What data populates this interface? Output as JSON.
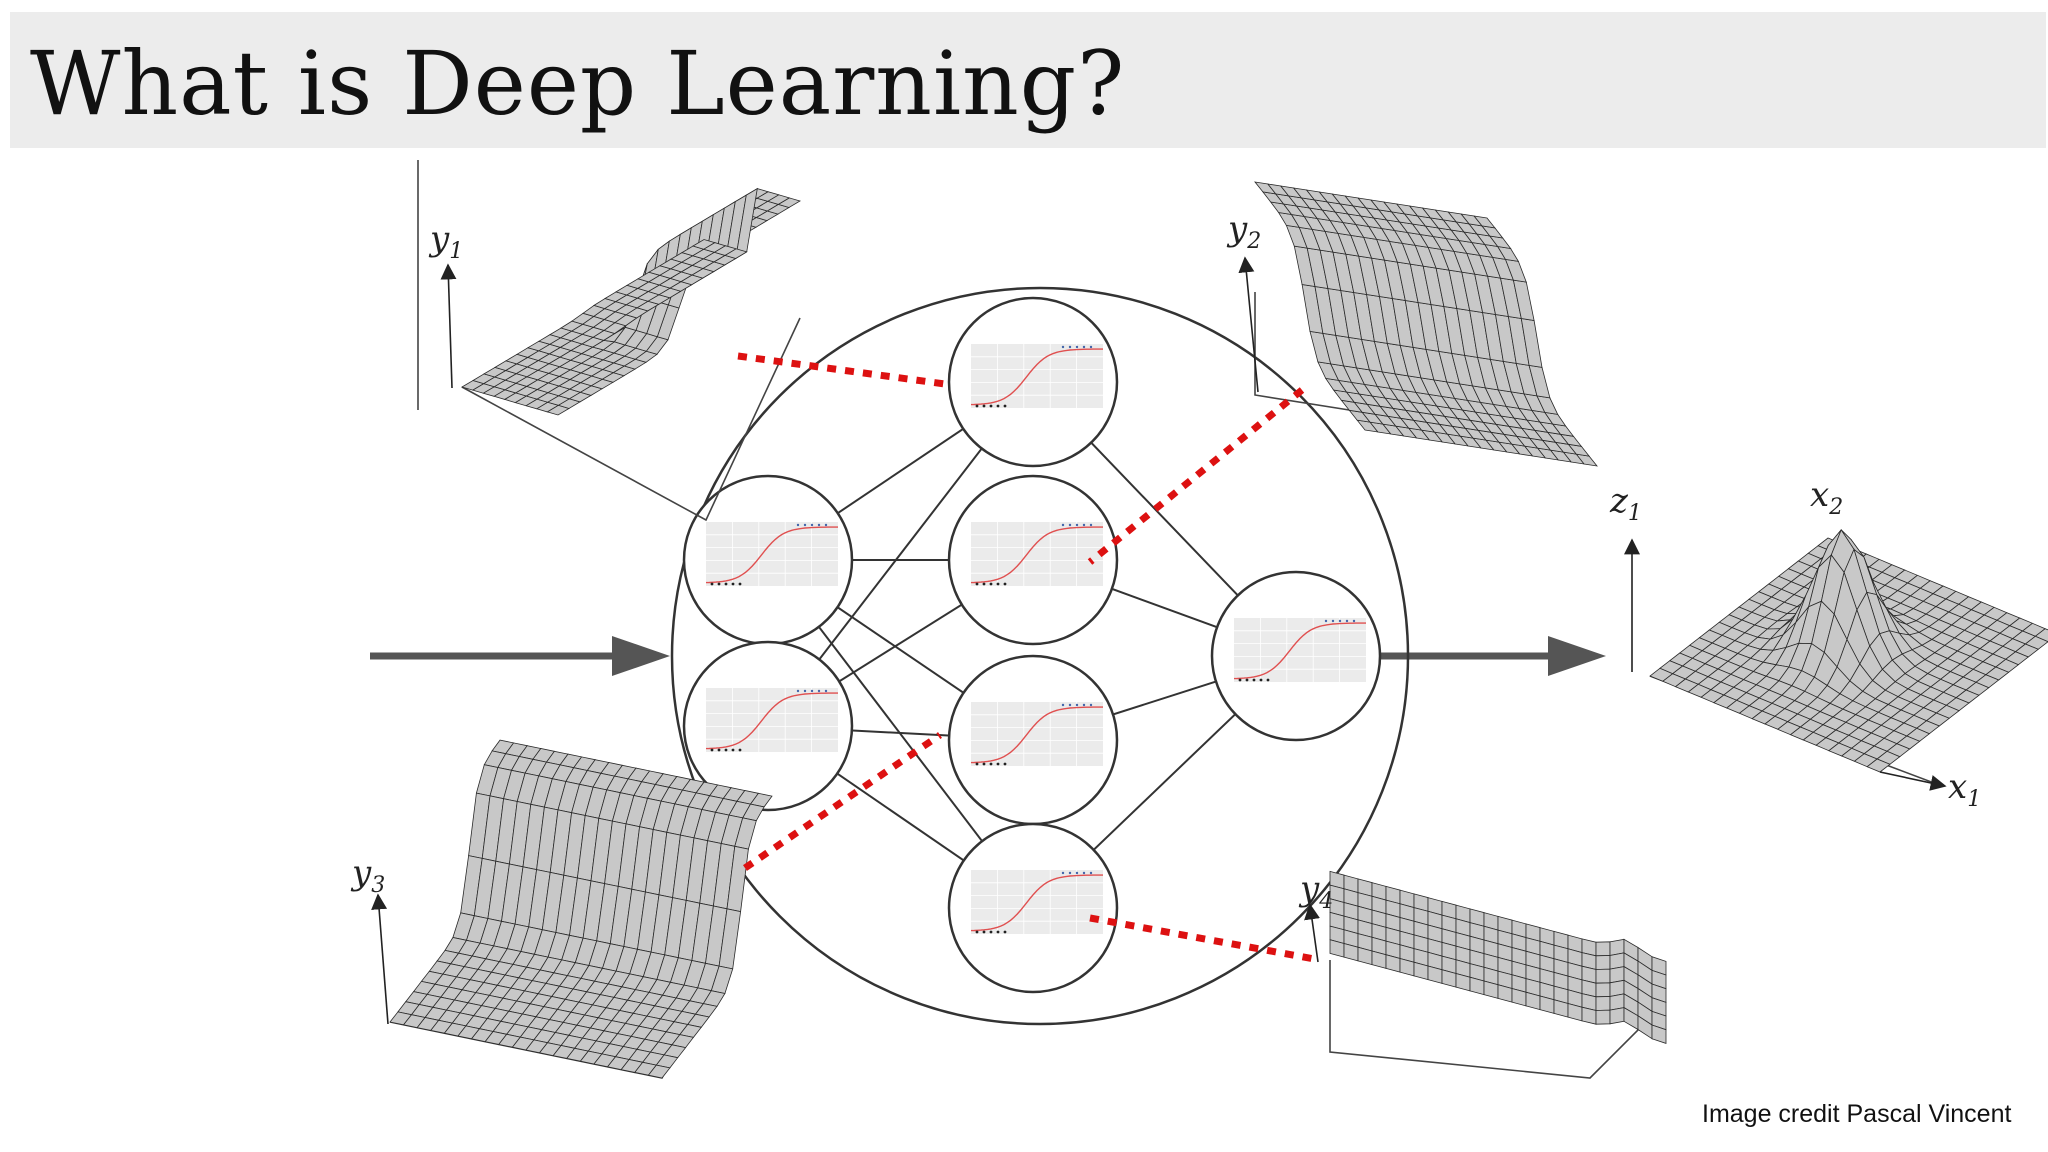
{
  "title": "What is Deep Learning?",
  "credit": "Image credit Pascal Vincent",
  "surface_labels": {
    "y1": {
      "main": "y",
      "sub": "1"
    },
    "y2": {
      "main": "y",
      "sub": "2"
    },
    "y3": {
      "main": "y",
      "sub": "3"
    },
    "y4": {
      "main": "y",
      "sub": "4"
    },
    "z1": {
      "main": "z",
      "sub": "1"
    },
    "x1": {
      "main": "x",
      "sub": "1"
    },
    "x2": {
      "main": "x",
      "sub": "2"
    }
  },
  "colors": {
    "title_bar": "#ececec",
    "dotted_connector": "#dd1111",
    "sigmoid_curve": "#e05050",
    "mesh_fill": "#c8c8c8",
    "arrow": "#555555"
  },
  "network": {
    "layers": [
      2,
      4,
      1
    ],
    "node_plot": "sigmoid"
  }
}
